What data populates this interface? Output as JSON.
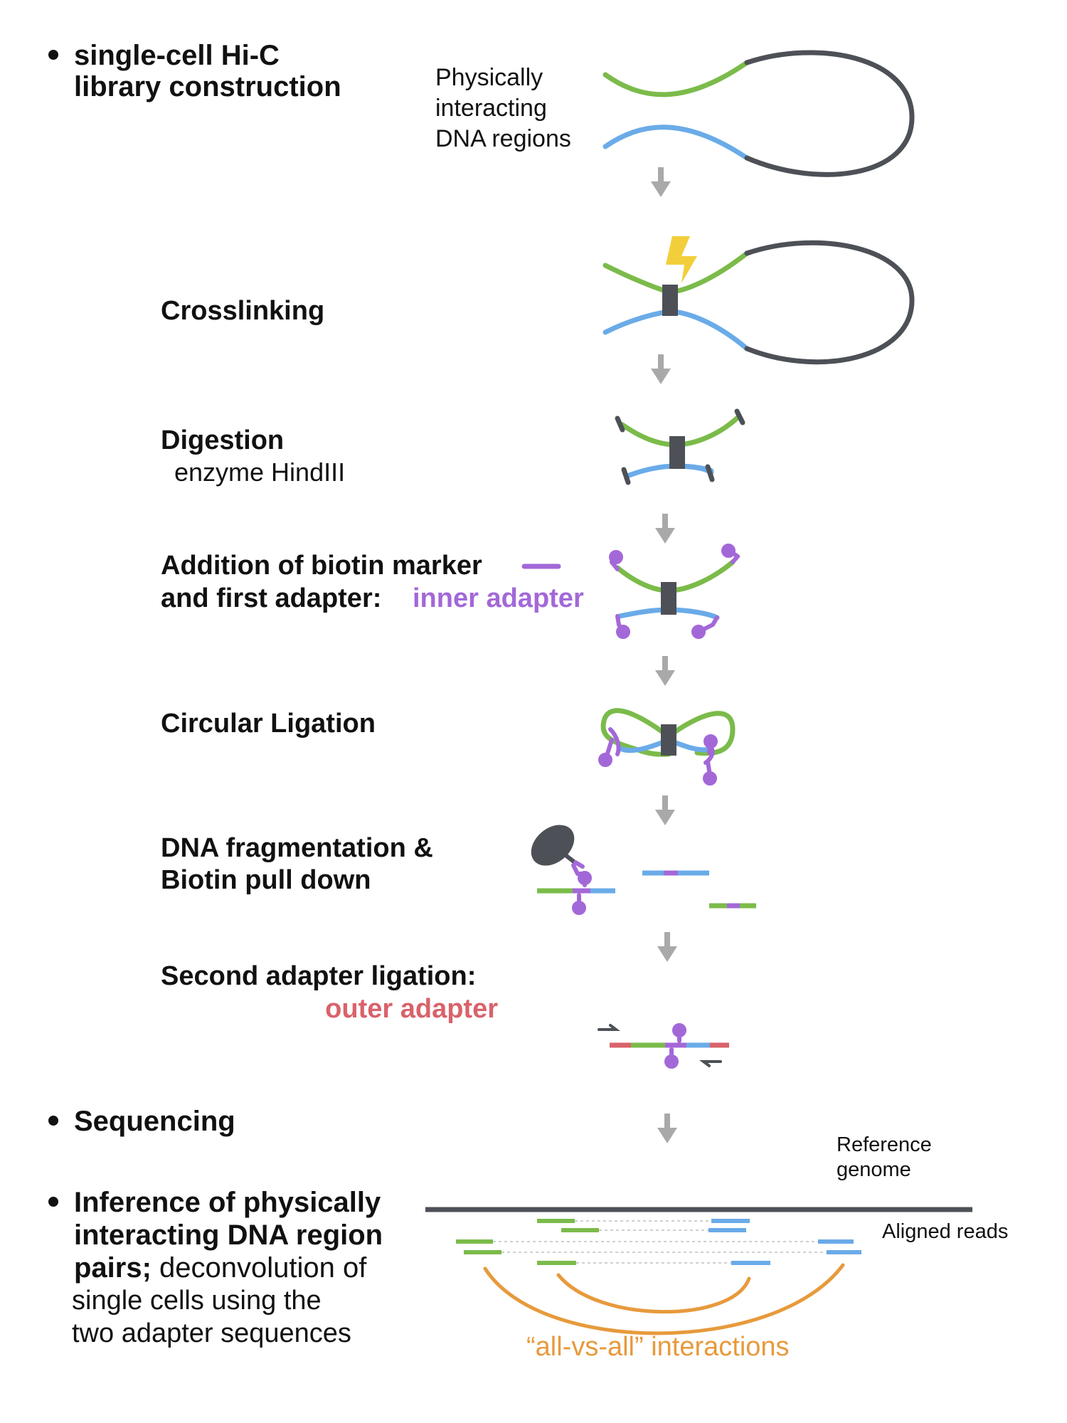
{
  "sections": {
    "library": {
      "line1": "single-cell Hi-C",
      "line2": "library construction"
    },
    "sequencing": "Sequencing",
    "inference": {
      "line1": "Inference of physically",
      "line2": "interacting DNA region",
      "line3_bold": "pairs;",
      "line3_rest": " deconvolution of",
      "line4": "single cells using the",
      "line5": "two adapter sequences"
    }
  },
  "labels": {
    "dna_regions": {
      "line1": "Physically",
      "line2": "interacting",
      "line3": "DNA regions"
    },
    "reference_genome": {
      "line1": "Reference",
      "line2": "genome"
    },
    "aligned_reads": "Aligned reads",
    "all_vs_all": "“all-vs-all” interactions"
  },
  "steps": {
    "crosslinking": "Crosslinking",
    "digestion": {
      "title": "Digestion",
      "enzyme": "enzyme HindIII"
    },
    "biotin": {
      "line1": "Addition of biotin marker",
      "line2": "and first adapter:",
      "inner_adapter": "inner adapter"
    },
    "circular": "Circular Ligation",
    "fragmentation": {
      "line1": "DNA fragmentation &",
      "line2": "Biotin pull down"
    },
    "second_adapter": {
      "line1": "Second adapter ligation:",
      "outer_adapter": "outer adapter"
    }
  },
  "colors": {
    "green": "#7bbb4a",
    "blue": "#6aabe8",
    "dark": "#4d5157",
    "purple": "#a368d8",
    "red": "#d9626a",
    "orange": "#e79a3c",
    "yellow": "#f2cf3a",
    "arrow": "#a9a9a9"
  },
  "icons": [
    "lightning-icon",
    "down-arrow-icon",
    "streptavidin-bead-icon",
    "primer-arrow-icon"
  ]
}
